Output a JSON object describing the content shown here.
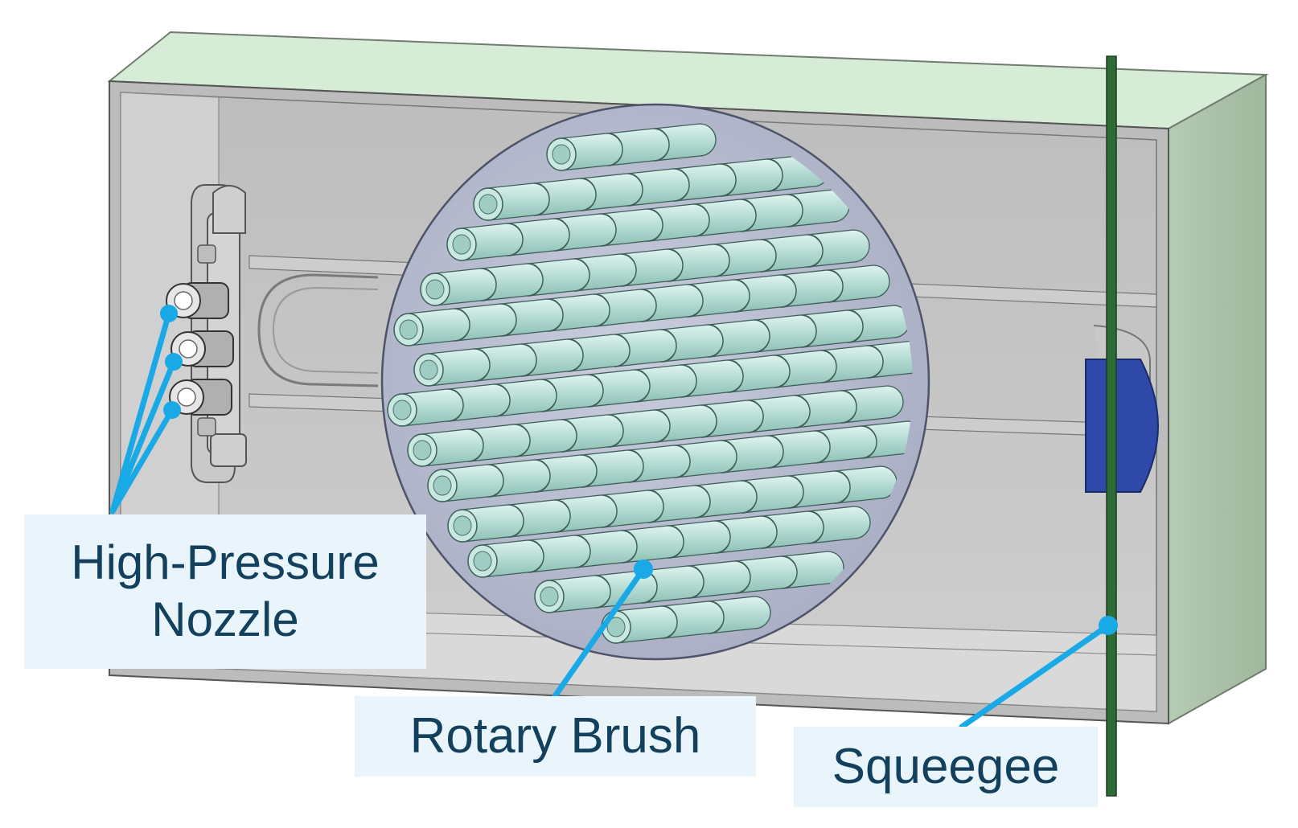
{
  "labels": {
    "nozzle_line1": "High-Pressure",
    "nozzle_line2": "Nozzle",
    "brush": "Rotary Brush",
    "squeegee": "Squeegee"
  },
  "colors": {
    "housing_top": "#d7ecd6",
    "housing_side": "#a7bfa5",
    "back_panel": "#c5c5c5",
    "brush_disc": "#b9bdd0",
    "bristle": "#b8ddd6",
    "wiper_block": "#2e49a8",
    "squeegee_blade": "#2f6b35",
    "callout_line": "#19a9e6",
    "label_bg": "#e9f5fb",
    "label_text": "#13405c"
  }
}
